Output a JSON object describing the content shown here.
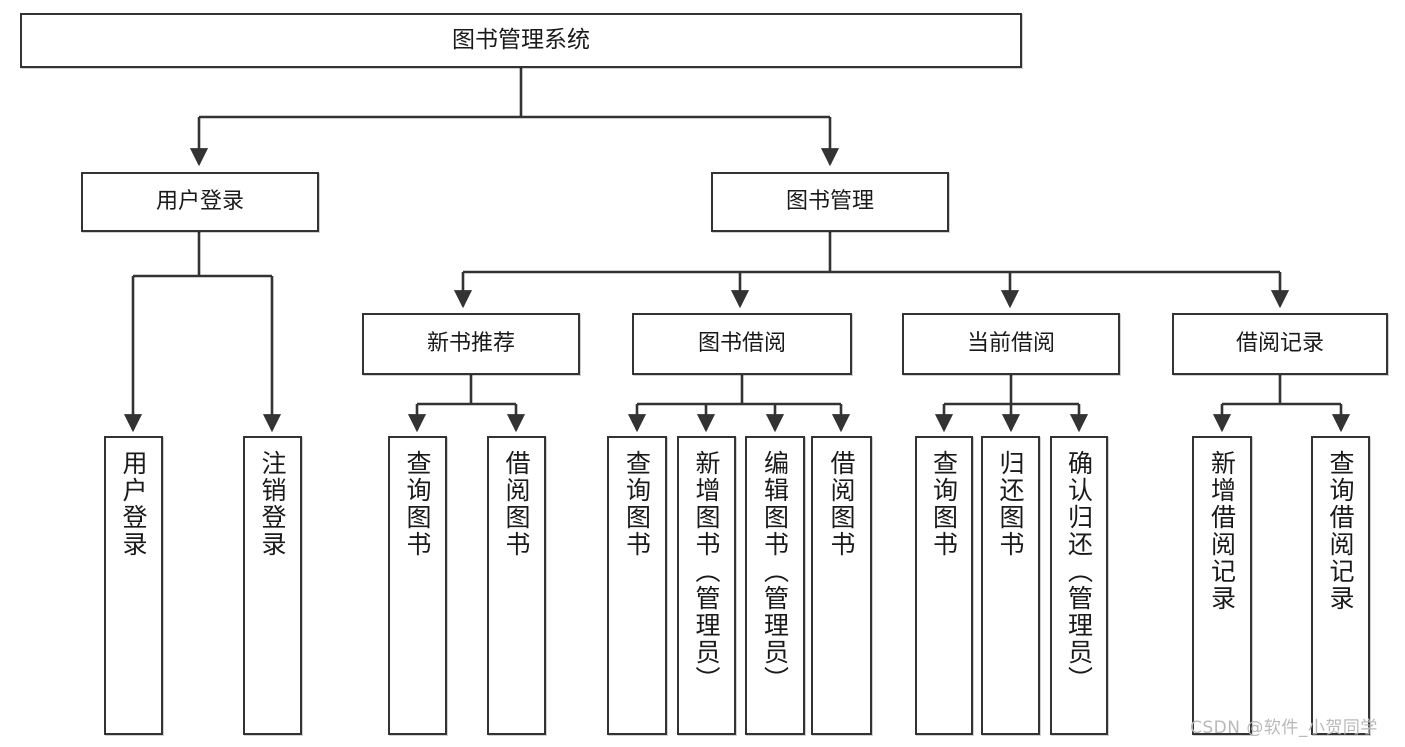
{
  "diagram": {
    "title": "图书管理系统",
    "root": {
      "label": "图书管理系统",
      "name": "node-root-library-management-system"
    },
    "level2": [
      {
        "label": "用户登录",
        "name": "node-user-login"
      },
      {
        "label": "图书管理",
        "name": "node-book-management"
      }
    ],
    "level3": [
      {
        "label": "新书推荐",
        "name": "node-new-book-recommendation"
      },
      {
        "label": "图书借阅",
        "name": "node-book-borrowing"
      },
      {
        "label": "当前借阅",
        "name": "node-current-borrowing"
      },
      {
        "label": "借阅记录",
        "name": "node-borrowing-records"
      }
    ],
    "leaves": {
      "user_login": [
        {
          "label": "用户登录",
          "name": "leaf-user-login"
        },
        {
          "label": "注销登录",
          "name": "leaf-logout"
        }
      ],
      "new_book_recommendation": [
        {
          "label": "查询图书",
          "name": "leaf-query-books-1"
        },
        {
          "label": "借阅图书",
          "name": "leaf-borrow-books-1"
        }
      ],
      "book_borrowing": [
        {
          "label": "查询图书",
          "name": "leaf-query-books-2"
        },
        {
          "label": "新增图书（管理员）",
          "name": "leaf-add-book-admin"
        },
        {
          "label": "编辑图书（管理员）",
          "name": "leaf-edit-book-admin"
        },
        {
          "label": "借阅图书",
          "name": "leaf-borrow-books-2"
        }
      ],
      "current_borrowing": [
        {
          "label": "查询图书",
          "name": "leaf-query-books-3"
        },
        {
          "label": "归还图书",
          "name": "leaf-return-books"
        },
        {
          "label": "确认归还（管理员）",
          "name": "leaf-confirm-return-admin"
        }
      ],
      "borrowing_records": [
        {
          "label": "新增借阅记录",
          "name": "leaf-add-borrow-record"
        },
        {
          "label": "查询借阅记录",
          "name": "leaf-query-borrow-record"
        }
      ]
    },
    "watermark": "CSDN @软件_小贺同学",
    "colors": {
      "stroke": "#333333",
      "background": "#ffffff",
      "text": "#1a1a1a",
      "watermark": "#b9b9b9"
    }
  }
}
